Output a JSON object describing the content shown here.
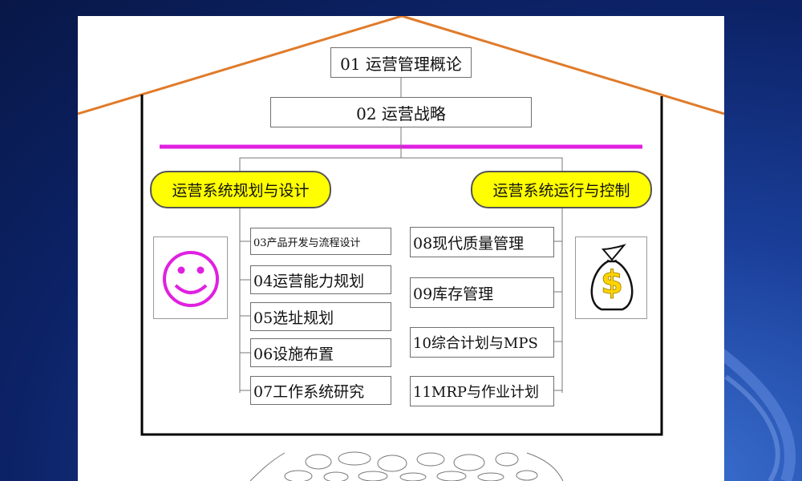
{
  "colors": {
    "roof": "#e07b2a",
    "divider": "#e020e0",
    "pill_fill": "#ffff00",
    "smiley": "#e020e0",
    "money_bag": "#ffd400"
  },
  "top": {
    "ch01": "01 运营管理概论",
    "ch02": "02 运营战略"
  },
  "left_branch": {
    "title": "运营系统规划与设计",
    "items": [
      "03产品开发与流程设计",
      "04运营能力规划",
      "05选址规划",
      "06设施布置",
      "07工作系统研究"
    ]
  },
  "right_branch": {
    "title": "运营系统运行与控制",
    "items": [
      "08现代质量管理",
      "09库存管理",
      "10综合计划与MPS",
      "11MRP与作业计划"
    ]
  },
  "icons": {
    "left": "smiley-face-icon",
    "right": "money-bag-icon",
    "money_symbol": "$"
  }
}
